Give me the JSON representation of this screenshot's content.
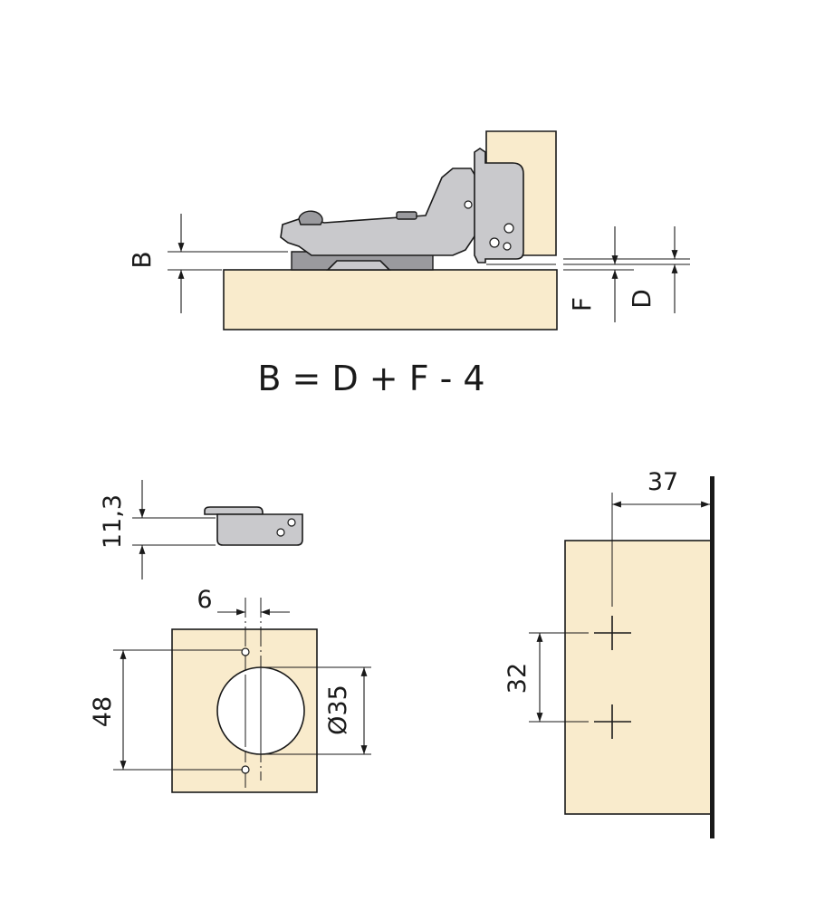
{
  "top_view": {
    "label_b": "B",
    "label_f": "F",
    "label_d": "D",
    "formula": "B = D + F - 4"
  },
  "cup_detail": {
    "height_label": "11,3",
    "offset_label": "6",
    "spacing_label": "48",
    "diameter_label": "Ø35"
  },
  "mounting_plate": {
    "edge_distance_label": "37",
    "hole_spacing_label": "32"
  }
}
